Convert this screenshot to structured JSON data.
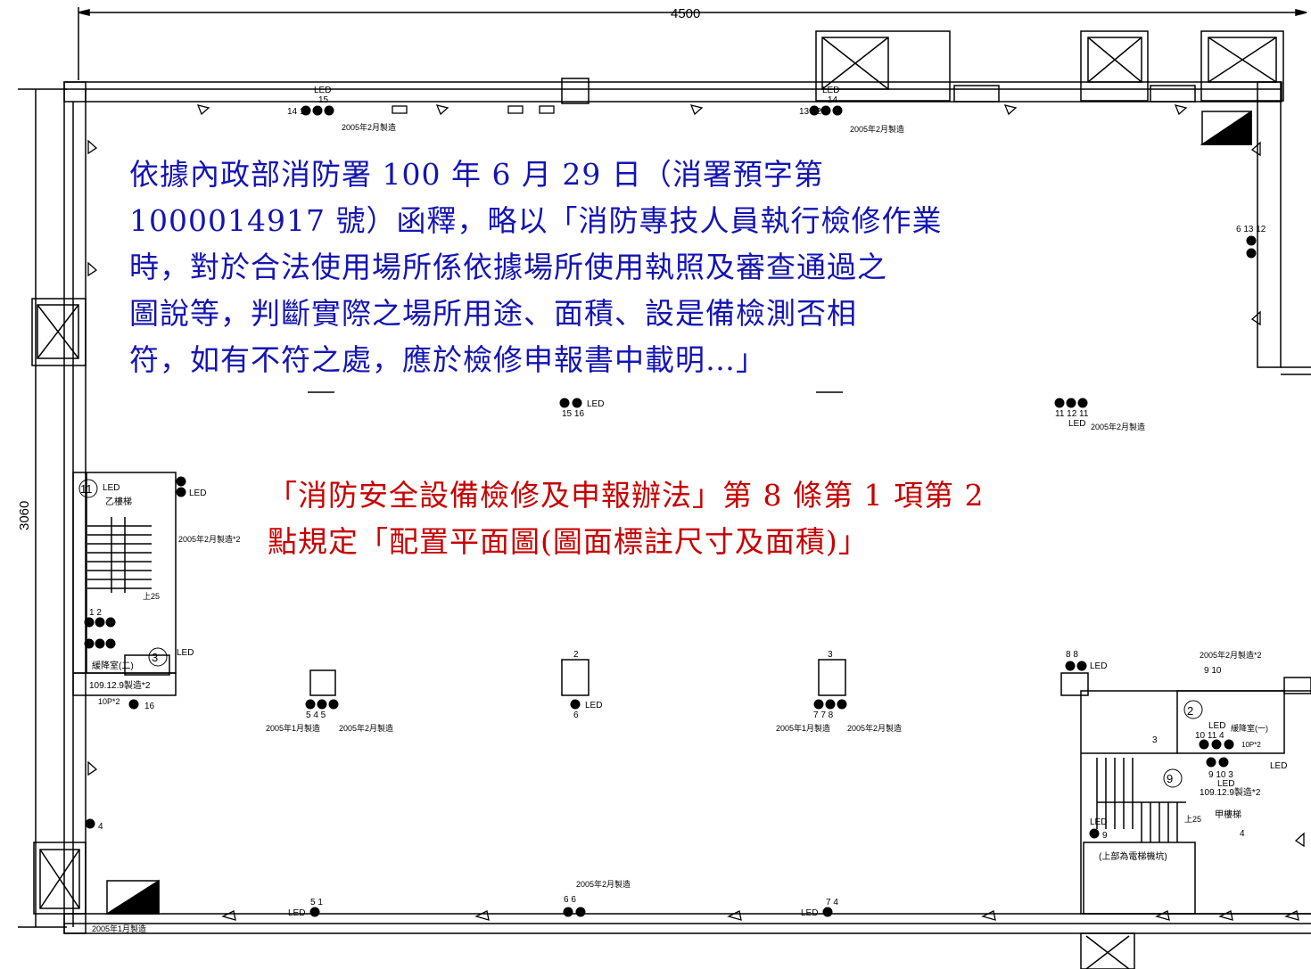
{
  "dimensions": {
    "width": "4500",
    "height": "3060"
  },
  "blue_note": {
    "lines": [
      "依據內政部消防署 100 年 6 月 29 日（消署預字第",
      "1000014917 號）函釋，略以「消防專技人員執行檢修作業",
      "時，對於合法使用場所係依據場所使用執照及審查通過之",
      "圖說等，判斷實際之場所用途、面積、設是備檢測否相",
      "符，如有不符之處，應於檢修申報書中載明…」"
    ],
    "color": "#1414b4"
  },
  "red_note": {
    "lines": [
      "「消防安全設備檢修及申報辦法」第 8 條第 1 項第 2",
      "點規定「配置平面圖(圖面標註尺寸及面積)」"
    ],
    "color": "#c80000"
  },
  "labels": {
    "mfg_2005_2": "2005年2月製造",
    "mfg_2005_1": "2005年1月製造",
    "mfg_2005_2x2": "2005年2月製造*2",
    "date_109": "109.12.9製造*2",
    "led": "LED",
    "stair_b": "乙樓梯",
    "stair_a": "甲樓梯",
    "elevator_shaft": "(上部為電梯機坑)",
    "room_left": "緩降室(二)",
    "room_right": "緩降室(一)",
    "up25": "上25",
    "circle_11": "11",
    "circle_2": "2",
    "circle_3": "3",
    "circle_9": "9",
    "ten_p2": "10P*2"
  },
  "device_codes": {
    "top_left": "14 13",
    "top_mid": "13 12",
    "top_left_num": "15",
    "top_mid_num": "14",
    "right_wall": "6 13 12",
    "mid_cluster_a": "15 16",
    "mid_cluster_b": "11 12 11",
    "left_stair": "1 2",
    "bottom_5": "5 4 5",
    "bottom_7": "7 7 8",
    "num_2": "2",
    "num_3": "3",
    "num_6": "6",
    "num_16": "16",
    "num_4": "4",
    "num_8": "8 8",
    "num_9_10": "9 10",
    "bottom_5_1": "5 1",
    "bottom_6_6": "6 6",
    "bottom_7_4": "7 4",
    "right_10_11_4": "10 11 4",
    "right_9_10_3": "9 10 3",
    "right_9": "9",
    "right_4": "4",
    "right_3": "3"
  }
}
